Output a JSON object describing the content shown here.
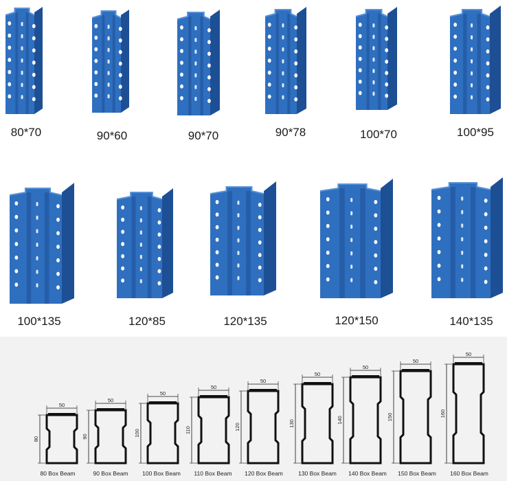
{
  "colors": {
    "upright_blue": "#2f6fbf",
    "upright_dark": "#1d4f95",
    "upright_light": "#5a92d8",
    "hole": "#ffffff",
    "panel_bg": "#f2f2f2",
    "line": "#111111"
  },
  "uprights": [
    {
      "label": "80*70"
    },
    {
      "label": "90*60"
    },
    {
      "label": "90*70"
    },
    {
      "label": "90*78"
    },
    {
      "label": "100*70"
    },
    {
      "label": "100*95"
    },
    {
      "label": "100*135"
    },
    {
      "label": "120*85"
    },
    {
      "label": "120*135"
    },
    {
      "label": "120*150"
    },
    {
      "label": "140*135"
    }
  ],
  "beams": [
    {
      "label": "80 Box Beam",
      "width_dim": "50",
      "height_dim": "80"
    },
    {
      "label": "90 Box Beam",
      "width_dim": "50",
      "height_dim": "90"
    },
    {
      "label": "100 Box Beam",
      "width_dim": "50",
      "height_dim": "100"
    },
    {
      "label": "110 Box Beam",
      "width_dim": "50",
      "height_dim": "110"
    },
    {
      "label": "120 Box Beam",
      "width_dim": "50",
      "height_dim": "120"
    },
    {
      "label": "130 Box Beam",
      "width_dim": "50",
      "height_dim": "130"
    },
    {
      "label": "140 Box Beam",
      "width_dim": "50",
      "height_dim": "140"
    },
    {
      "label": "150 Box Beam",
      "width_dim": "50",
      "height_dim": "150"
    },
    {
      "label": "160 Box Beam",
      "width_dim": "50",
      "height_dim": "160"
    }
  ]
}
